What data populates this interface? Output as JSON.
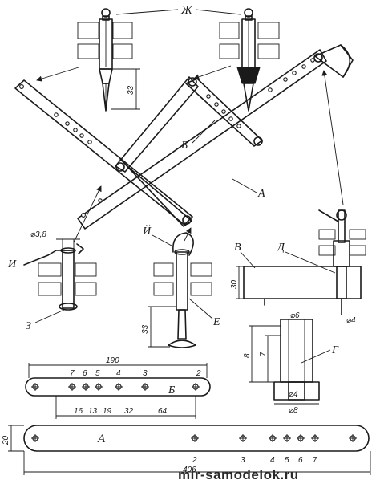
{
  "part_labels": {
    "zh": "Ж",
    "b": "Б",
    "a": "А",
    "i_short": "Й",
    "i": "И",
    "z": "З",
    "e": "Е",
    "v": "В",
    "d": "Д",
    "g": "Г"
  },
  "dimensions": {
    "pin_top_33": "33",
    "pin_diameter": "⌀3,8",
    "pin_bottom_33": "33",
    "block_30": "30",
    "hole_4": "⌀4",
    "top_6": "⌀6",
    "height_8": "8",
    "height_7": "7",
    "bottom_4": "⌀4",
    "bottom_8": "⌀8",
    "bar_b_length": "190",
    "bar_a_length": "406",
    "bar_a_width": "20"
  },
  "bar_b": {
    "name": "Б",
    "hole_numbers": [
      "7",
      "6",
      "5",
      "4",
      "3",
      "2"
    ],
    "spacings": [
      "16",
      "13",
      "19",
      "32",
      "64"
    ]
  },
  "bar_a": {
    "name": "А",
    "hole_numbers": [
      "2",
      "3",
      "4",
      "5",
      "6",
      "7"
    ]
  },
  "watermark": "mir-samodelok.ru"
}
